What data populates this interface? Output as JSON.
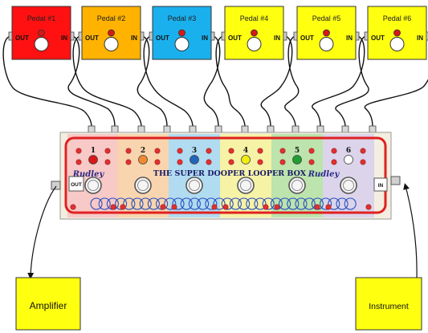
{
  "pedals": [
    {
      "label": "Pedal #1",
      "out": "OUT",
      "in": "IN",
      "color": "#ff1111"
    },
    {
      "label": "Pedal #2",
      "out": "OUT",
      "in": "IN",
      "color": "#ffb300"
    },
    {
      "label": "Pedal #3",
      "out": "OUT",
      "in": "IN",
      "color": "#1ab0ee"
    },
    {
      "label": "Pedal #4",
      "out": "OUT",
      "in": "IN",
      "color": "#ffff10"
    },
    {
      "label": "Pedal #5",
      "out": "OUT",
      "in": "IN",
      "color": "#ffff10"
    },
    {
      "label": "Pedal #6",
      "out": "OUT",
      "in": "IN",
      "color": "#ffff10"
    }
  ],
  "looper": {
    "title": "THE SUPER DOOPER LOOPER BOX",
    "brand_left": "Rudley",
    "brand_right": "Rudley",
    "out_label": "OUT",
    "in_label": "IN",
    "loops": [
      {
        "number": "1",
        "led": "#d81818",
        "band": "#f7c4c4"
      },
      {
        "number": "2",
        "led": "#f08a30",
        "band": "#f8d2a8"
      },
      {
        "number": "3",
        "led": "#2266bb",
        "band": "#a8d8f2"
      },
      {
        "number": "4",
        "led": "#f2ee10",
        "band": "#f6f2a0"
      },
      {
        "number": "5",
        "led": "#1ea030",
        "band": "#b6e2a6"
      },
      {
        "number": "6",
        "led": "#ffffff",
        "band": "#d8d0ec"
      }
    ]
  },
  "amplifier": {
    "label": "Amplifier"
  },
  "instrument": {
    "label": "Instrument"
  }
}
